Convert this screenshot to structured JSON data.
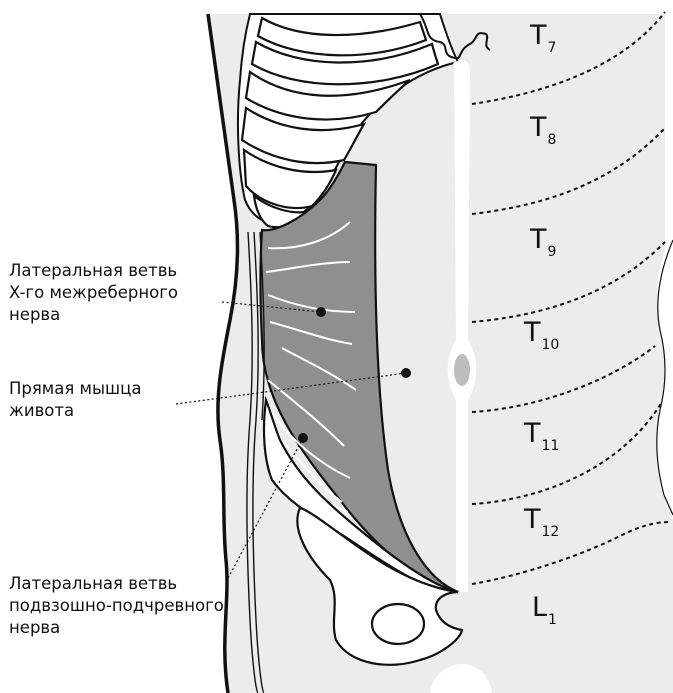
{
  "callouts": {
    "lateral_x": {
      "lines": [
        "Латеральная ветвь",
        "X-го межреберного",
        "нерва"
      ]
    },
    "rectus": {
      "lines": [
        "Прямая мышца",
        "живота"
      ]
    },
    "lateral_ilio": {
      "lines": [
        "Латеральная ветвь",
        "подвзошно-подчревного",
        "нерва"
      ]
    }
  },
  "dermatomes": [
    {
      "letter": "T",
      "sub": "7"
    },
    {
      "letter": "T",
      "sub": "8"
    },
    {
      "letter": "T",
      "sub": "9"
    },
    {
      "letter": "T",
      "sub": "10"
    },
    {
      "letter": "T",
      "sub": "11"
    },
    {
      "letter": "T",
      "sub": "12"
    },
    {
      "letter": "L",
      "sub": "1"
    }
  ],
  "colors": {
    "skin": "#ececec",
    "muscle": "#8f8f8f",
    "outline": "#111111",
    "bone": "#ffffff",
    "umbilicus": "#bdbdbd"
  }
}
